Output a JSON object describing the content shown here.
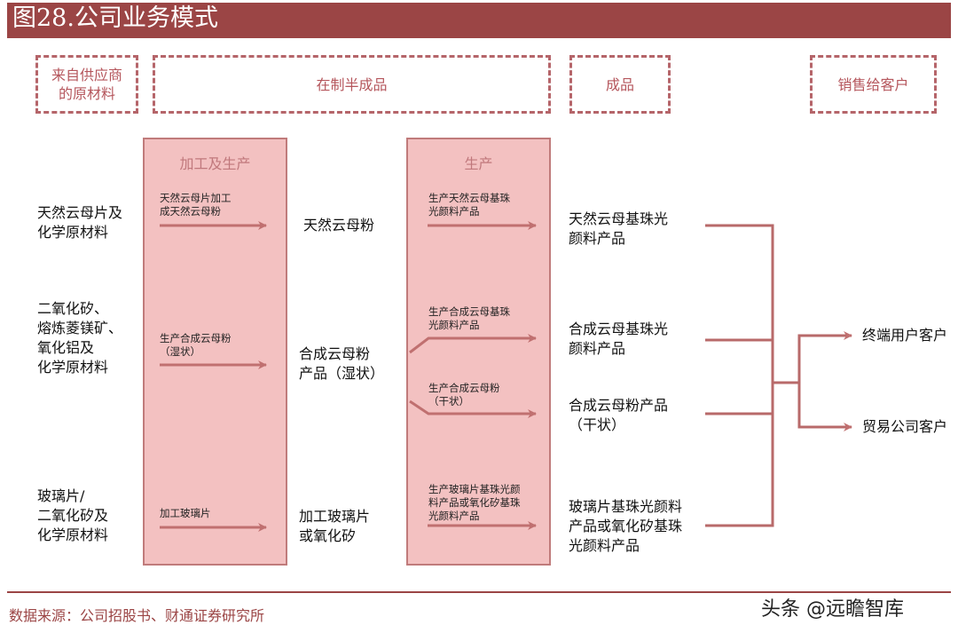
{
  "title": "图28.公司业务模式",
  "stages": {
    "raw": "来自供应商\n的原材料",
    "wip": "在制半成品",
    "finished": "成品",
    "sale": "销售给客户"
  },
  "panels": {
    "process": "加工及生产",
    "produce": "生产"
  },
  "raw_materials": [
    "天然云母片及\n化学原材料",
    "二氧化矽、\n熔炼菱镁矿、\n氧化铝及\n化学原材料",
    "玻璃片/\n二氧化矽及\n化学原材料"
  ],
  "process_steps": [
    "天然云母片加工\n成天然云母粉",
    "生产合成云母粉\n（湿状）",
    "加工玻璃片"
  ],
  "intermediates": [
    "天然云母粉",
    "合成云母粉\n产品（湿状）",
    "加工玻璃片\n或氧化矽"
  ],
  "produce_steps": [
    "生产天然云母基珠\n光颜料产品",
    "生产合成云母基珠\n光颜料产品",
    "生产合成云母粉\n（干状）",
    "生产玻璃片基珠光颜\n料产品或氧化矽基珠\n光颜料产品"
  ],
  "products": [
    "天然云母基珠光\n颜料产品",
    "合成云母基珠光\n颜料产品",
    "合成云母粉产品\n（干状）",
    "玻璃片基珠光颜料\n产品或氧化矽基珠\n光颜料产品"
  ],
  "customers": [
    "终端用户客户",
    "贸易公司客户"
  ],
  "source": "数据来源：公司招股书、财通证券研究所",
  "watermark": "头条 @远瞻智库",
  "colors": {
    "header": "#9b4545",
    "panel": "#f3c1c1",
    "arrow": "#c07070",
    "line": "#b86a6a"
  }
}
